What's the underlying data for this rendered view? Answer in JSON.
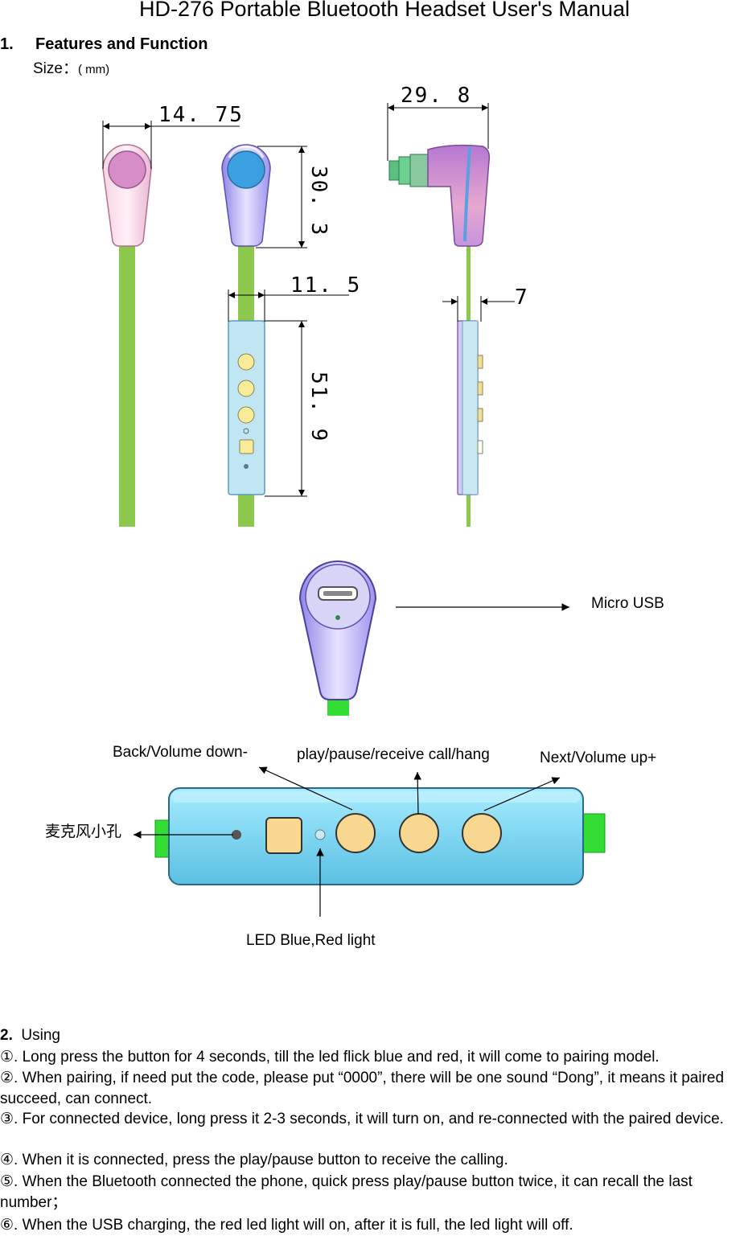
{
  "document": {
    "title": "HD-276 Portable Bluetooth Headset User's Manual",
    "section1": {
      "number": "1.",
      "heading": "Features and Function",
      "size_label": "Size：",
      "size_unit": "( mm)"
    },
    "dimensions": {
      "earbud_width": "14. 75",
      "earbud_height": "30. 3",
      "earbud_depth": "29. 8",
      "remote_width": "11. 5",
      "remote_height": "51. 9",
      "remote_thickness": "7"
    },
    "callouts": {
      "micro_usb": "Micro USB",
      "back_volume_down": "Back/Volume down-",
      "play_pause": "play/pause/receive call/hang",
      "next_volume_up": "Next/Volume up+",
      "microphone_hole": "麦克风小孔",
      "led": "LED Blue,Red light"
    },
    "section2": {
      "number": "2.",
      "heading": "Using",
      "items": [
        " ①. Long press the button for 4 seconds, till the led flick blue and red, it will come to pairing model.",
        " ②. When pairing, if need put the code, please put “0000”, there will be one sound “Dong”, it means it paired succeed, can connect.",
        "  ③. For connected device, long press it 2-3 seconds, it will turn on, and re-connected with the paired device.",
        "  ④. When it is connected, press the play/pause button to receive the calling.",
        "  ⑤. When the Bluetooth connected the phone, quick press play/pause button twice, it can recall the last number；",
        "  ⑥. When the USB charging, the red led light will on, after it is full, the led light will off."
      ]
    }
  },
  "colors": {
    "cable_green": "#8cc84b",
    "remote_blue": "#bfe6f2",
    "button_yellow": "#f8d890",
    "remote_body": "#86dcf4",
    "earbud_purple": "#a59cf0",
    "earbud_pink": "#e8a0d0",
    "usb_green": "#33dd33"
  }
}
